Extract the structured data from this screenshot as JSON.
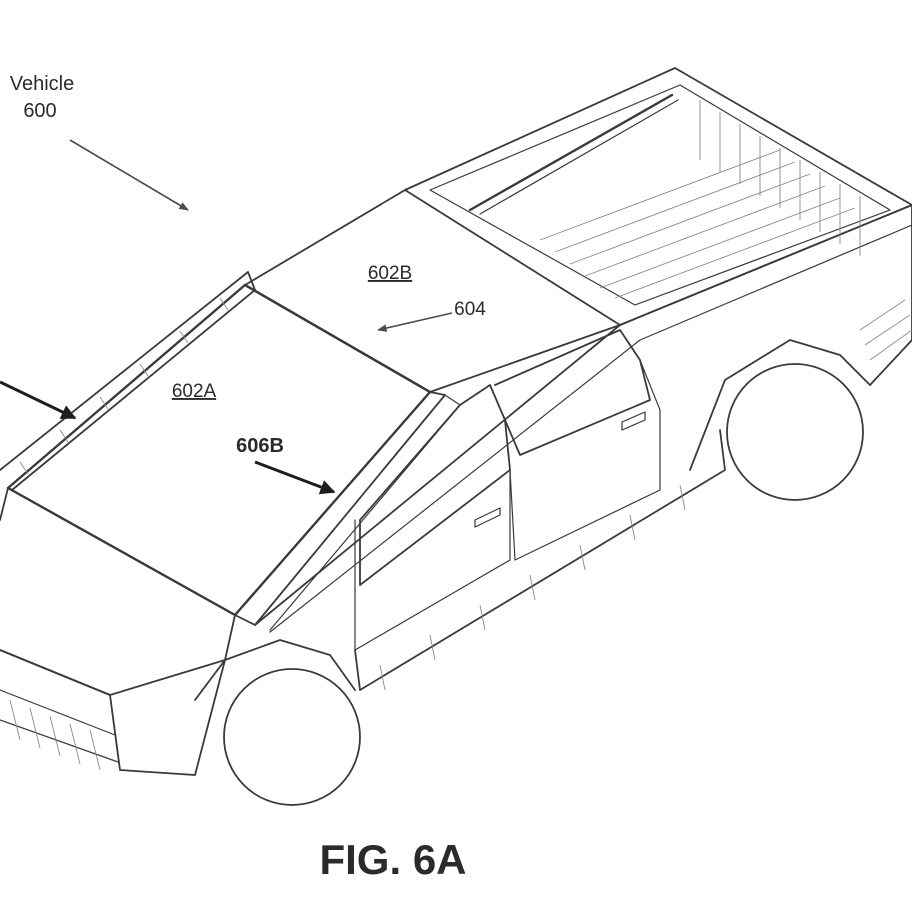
{
  "labels": {
    "vehicle_name": "Vehicle",
    "vehicle_number": "600",
    "panel_front": "602A",
    "panel_rear": "602B",
    "seam": "604",
    "pillar": "606B",
    "figure_caption": "FIG. 6A"
  },
  "colors": {
    "ink": "#2b2b2b",
    "background": "#ffffff"
  }
}
